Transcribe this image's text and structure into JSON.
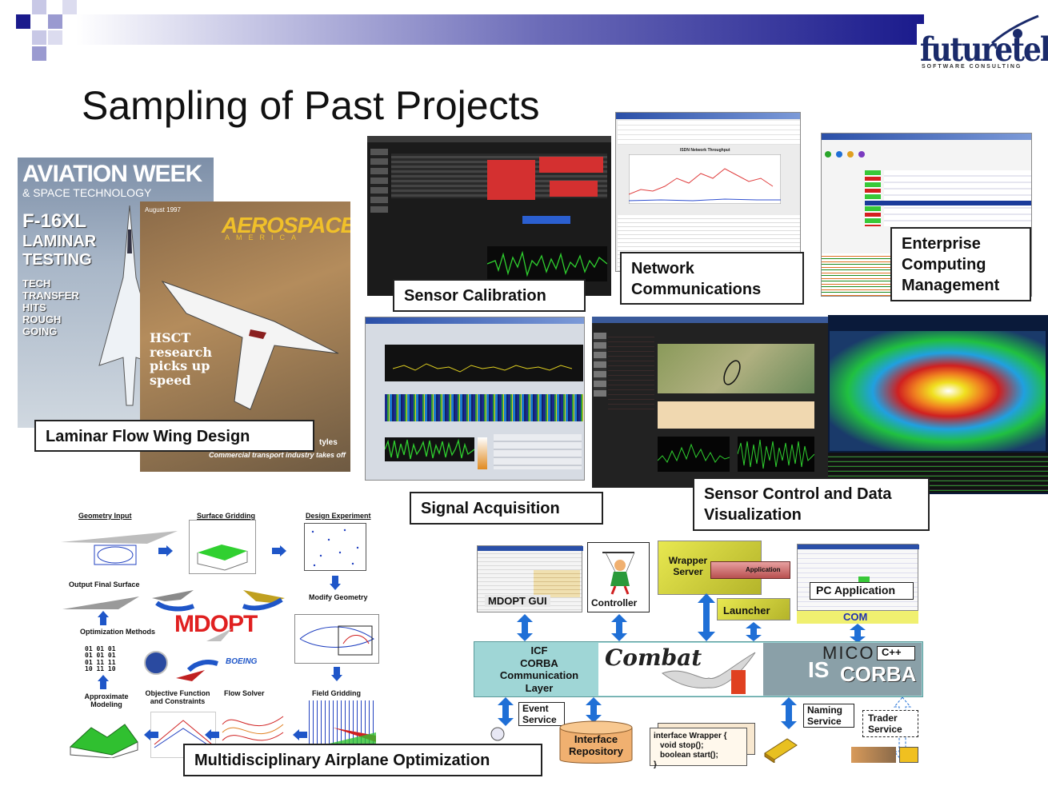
{
  "slide": {
    "title": "Sampling of Past Projects",
    "colors": {
      "header_dark": "#1a1a8c",
      "header_light": "#c8c8e6",
      "bus_teal": "#9fd6d6",
      "arrow_blue": "#1f6fd6"
    }
  },
  "logo": {
    "word": "futuretek",
    "sub": "SOFTWARE CONSULTING",
    "icon": "swoosh-icon"
  },
  "projects": {
    "laminar": {
      "label": "Laminar Flow Wing Design",
      "magazine1": {
        "masthead": "AVIATION WEEK",
        "masthead2": "& SPACE TECHNOLOGY",
        "cover_lines": [
          "F-16XL",
          "LAMINAR",
          "TESTING",
          "TECH",
          "TRANSFER",
          "HITS",
          "ROUGH",
          "GOING"
        ]
      },
      "magazine2": {
        "date": "August 1997",
        "masthead": "AEROSPACE",
        "masthead2": "AMERICA",
        "headline": [
          "HSCT",
          "research",
          "picks up",
          "speed"
        ],
        "footer": "Commercial transport industry takes off",
        "footer_frag": "tyles"
      }
    },
    "sensor_calibration": {
      "label": "Sensor Calibration"
    },
    "network": {
      "label": "Network Communications",
      "chart_title": "ISDN Network Throughput"
    },
    "enterprise": {
      "label": "Enterprise Computing Management"
    },
    "signal": {
      "label": "Signal Acquisition"
    },
    "sensor_control": {
      "label": "Sensor Control and Data Visualization"
    },
    "mdo": {
      "label": "Multidisciplinary Airplane Optimization",
      "center": "MDOPT",
      "boeing": "BOEING",
      "steps": [
        "Geometry Input",
        "Surface Gridding",
        "Design Experiment",
        "Output Final Surface",
        "Modify Geometry",
        "Optimization Methods",
        "Approximate Modeling",
        "Objective Function and Constraints",
        "Flow Solver",
        "Field Gridding"
      ]
    },
    "architecture": {
      "mdopt_gui": "MDOPT GUI",
      "controller": "Controller",
      "wrapper_server": "Wrapper Server",
      "application": "Application",
      "launcher": "Launcher",
      "pc_application": "PC Application",
      "com": "COM",
      "icf_layer": [
        "ICF",
        "CORBA",
        "Communication",
        "Layer"
      ],
      "combat": "Combat",
      "mico": "MICO",
      "cpp": "C++",
      "mico_corba": "CORBA",
      "is": "IS",
      "event_service": [
        "Event",
        "Service"
      ],
      "interface_repository": [
        "Interface",
        "Repository"
      ],
      "interface_wrapper": [
        "interface Wrapper {",
        "void stop();",
        "boolean start();",
        "}"
      ],
      "naming_service": [
        "Naming",
        "Service"
      ],
      "trader_service": [
        "Trader",
        "Service"
      ]
    }
  }
}
